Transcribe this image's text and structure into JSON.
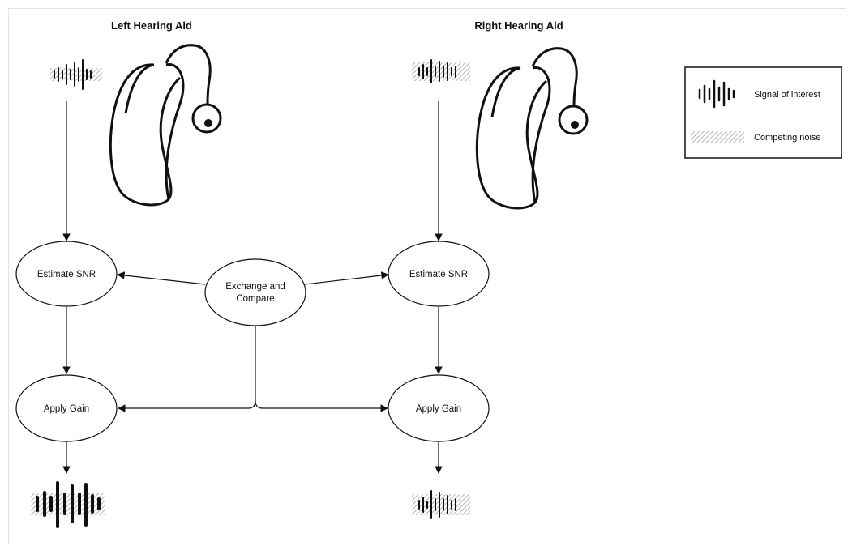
{
  "titles": {
    "left": "Left Hearing Aid",
    "right": "Right Hearing Aid"
  },
  "nodes": {
    "left_snr": "Estimate SNR",
    "right_snr": "Estimate SNR",
    "exchange_line1": "Exchange and",
    "exchange_line2": "Compare",
    "left_gain": "Apply Gain",
    "right_gain": "Apply Gain"
  },
  "legend": {
    "signal": "Signal of interest",
    "noise": "Competing noise"
  },
  "icons": {
    "device": "hearing-aid-icon",
    "signal": "signal-waveform-icon",
    "noise": "noise-hatch-icon"
  },
  "colors": {
    "stroke": "#111111",
    "noise_hatch": "#b5b5b5",
    "frame": "#e3e3e3"
  }
}
